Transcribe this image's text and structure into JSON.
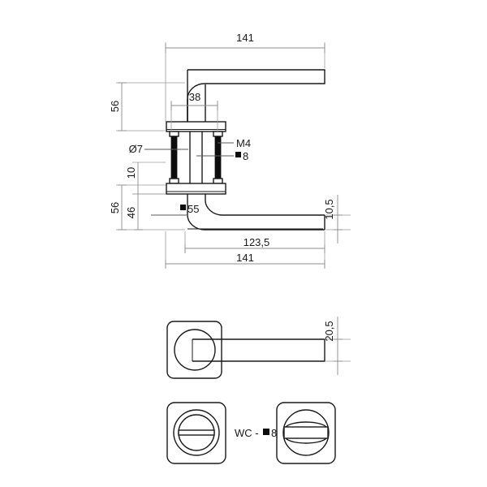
{
  "drawing": {
    "title": "Door handle technical drawing",
    "units": "mm",
    "views": [
      {
        "id": "elevation",
        "name": "side-elevation-view"
      },
      {
        "id": "plan",
        "name": "top-plan-view"
      },
      {
        "id": "wc-rosettes",
        "name": "wc-rosette-views"
      }
    ]
  },
  "dimensions": {
    "top_overall_length": "141",
    "handle_height_upper": "56",
    "rose_width": "38",
    "hole_diameter": "Ø7",
    "screw_thread": "M4",
    "spindle_square": "8",
    "rose_thickness": "10",
    "handle_height_lower": "56",
    "handle_drop": "46",
    "neck_square": "55",
    "lever_thickness": "10,5",
    "lower_reach": "123,5",
    "bottom_overall_length": "141",
    "plan_lever_width": "20,5"
  },
  "labels": {
    "diameter_callout": "Ø7",
    "thread_callout": "M4",
    "spindle_callout": "8",
    "neck_callout": "55",
    "wc_note": "WC - ",
    "wc_note_value": "8"
  },
  "colors": {
    "object_line": "#1a1a1a",
    "dimension_line": "#8c8c8c",
    "solid_fill": "#0d0d0d",
    "background": "#ffffff"
  }
}
